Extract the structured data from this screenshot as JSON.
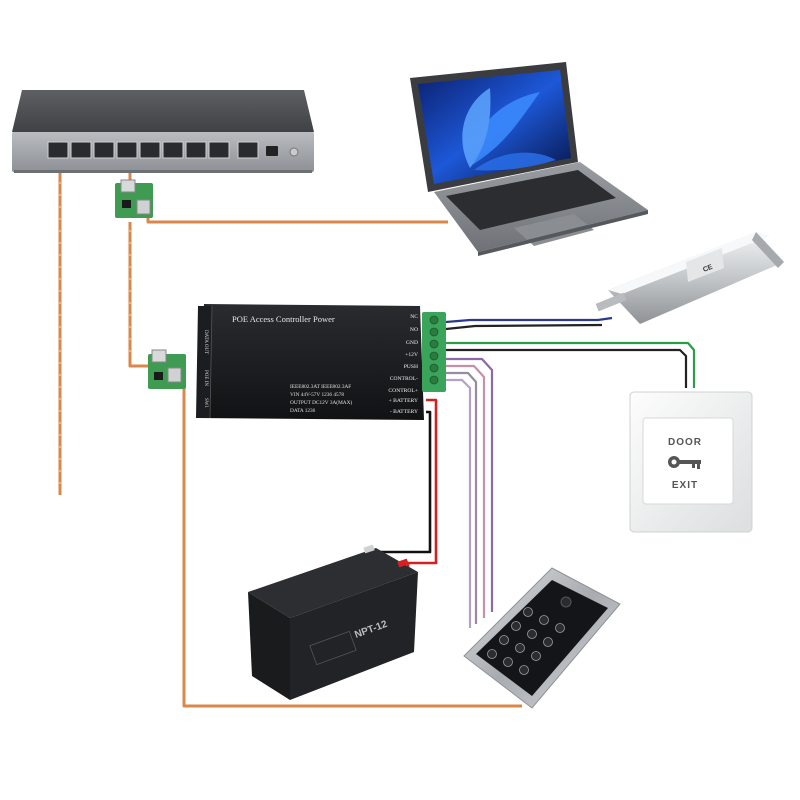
{
  "controller": {
    "title": "POE Access Controller Power",
    "side_label_in": "POE IN",
    "side_label_out": "DATA OUT",
    "side_label_sw": "SW1",
    "spec_line1": "IEEE802.3AT IEEE802.3AF",
    "spec_line2": "VIN 44V-57V      1236  4578",
    "spec_line3": "OUTPUT DC12V  3A(MAX)",
    "spec_line4": "DATA 1236",
    "terminals": [
      "NC",
      "NO",
      "GND",
      "+12V",
      "PUSH",
      "CONTROL-",
      "CONTROL+",
      "+ BATTERY",
      "- BATTERY"
    ]
  },
  "exit_button": {
    "line1": "DOOR",
    "line2": "EXIT"
  },
  "battery": {
    "model": "NPT-12"
  },
  "lock": {
    "mark": "CE"
  },
  "icons": [
    "network-switch-icon",
    "laptop-icon",
    "poe-adapter-icon",
    "electric-bolt-lock-icon",
    "exit-button-icon",
    "battery-icon",
    "keypad-icon"
  ],
  "colors": {
    "network_cable": "#d9874a",
    "terminal_block": "#3aa55a",
    "wire_red": "#d42020",
    "wire_black": "#111111",
    "wire_blue": "#2a3a8a",
    "wire_green": "#2f9a4a",
    "wire_purple": "#8a6aa8",
    "wire_pink": "#c690a8"
  }
}
